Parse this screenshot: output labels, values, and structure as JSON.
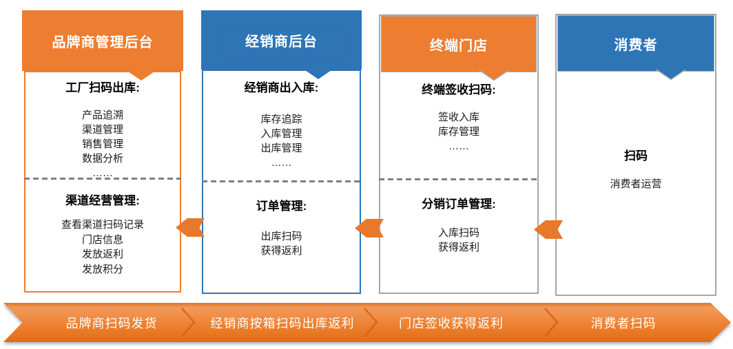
{
  "colors": {
    "accent_orange": "#ED7D31",
    "accent_blue": "#2E75B6",
    "border_gray": "#A6A6A6",
    "divider_gray": "#7F7F7F",
    "banner_separator": "#CF6414",
    "text_dark": "#1A1A1A",
    "header_text": "#FFFFFF"
  },
  "columns": [
    {
      "id": "brand",
      "header": "品牌商管理后台",
      "sections": [
        {
          "title": "工厂扫码出库:",
          "items": [
            "产品追溯",
            "渠道管理",
            "销售管理",
            "数据分析",
            "……"
          ]
        },
        {
          "title": "渠道经营管理:",
          "items": [
            "查看渠道扫码记录",
            "门店信息",
            "发放返利",
            "发放积分"
          ]
        }
      ]
    },
    {
      "id": "distributor",
      "header": "经销商后台",
      "sections": [
        {
          "title": "经销商出入库:",
          "items": [
            "库存追踪",
            "入库管理",
            "出库管理",
            "……"
          ]
        },
        {
          "title": "订单管理:",
          "items": [
            "出库扫码",
            "获得返利"
          ]
        }
      ]
    },
    {
      "id": "store",
      "header": "终端门店",
      "sections": [
        {
          "title": "终端签收扫码:",
          "items": [
            "签收入库",
            "库存管理",
            "……"
          ]
        },
        {
          "title": "分销订单管理:",
          "items": [
            "入库扫码",
            "获得返利"
          ]
        }
      ]
    },
    {
      "id": "consumer",
      "header": "消费者",
      "sections": [
        {
          "title": "扫码",
          "items": [
            "消费者运营"
          ]
        }
      ]
    }
  ],
  "banner": {
    "segments": [
      "品牌商扫码发货",
      "经销商按箱扫码出库返利",
      "门店签收获得返利",
      "消费者扫码"
    ]
  }
}
